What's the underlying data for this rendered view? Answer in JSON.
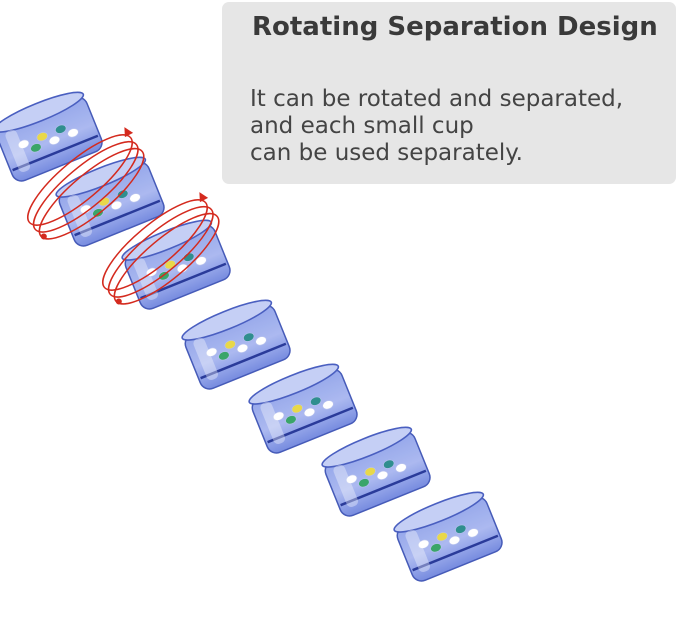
{
  "info_panel": {
    "title": "Rotating Separation Design",
    "description_lines": [
      "It can be rotated and separated,",
      "and each small cup",
      "can be used separately."
    ]
  },
  "product": {
    "cup_count": 7,
    "cup_color": "#4f66c8",
    "rotation_arrow_color": "#d42a1e"
  }
}
